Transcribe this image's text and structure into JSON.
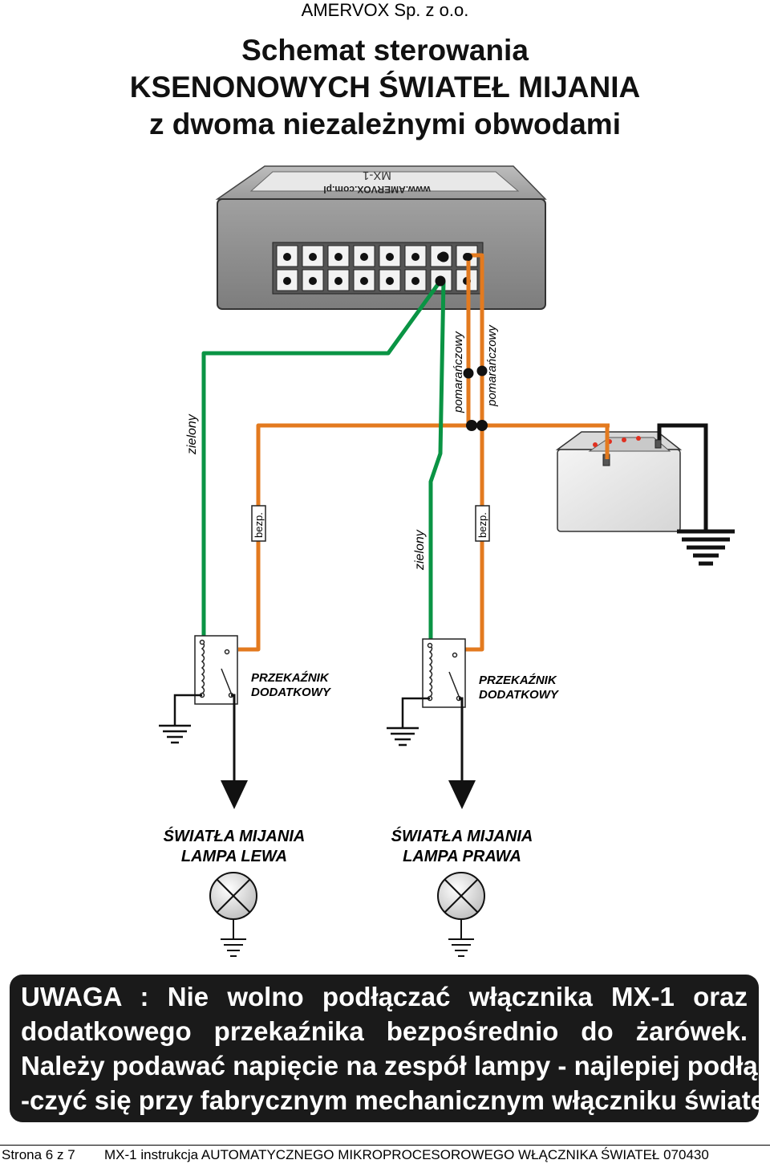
{
  "header": {
    "company": "AMERVOX Sp. z o.o.",
    "title_lines": [
      "Schemat sterowania",
      "KSENONOWYCH ŚWIATEŁ MIJANIA",
      "z dwoma niezależnymi obwodami"
    ]
  },
  "device": {
    "model": "MX-1",
    "website": "www.AMERVOX.com.pl"
  },
  "wires": {
    "green": "zielony",
    "orange": "pomarańczowy",
    "fuse": "bezp."
  },
  "relays": {
    "left_label": [
      "PRZEKAŹNIK",
      "DODATKOWY"
    ],
    "right_label": [
      "PRZEKAŹNIK",
      "DODATKOWY"
    ]
  },
  "lamps": {
    "left": [
      "ŚWIATŁA MIJANIA",
      "LAMPA LEWA"
    ],
    "right": [
      "ŚWIATŁA MIJANIA",
      "LAMPA PRAWA"
    ]
  },
  "warning": {
    "lines": [
      "UWAGA :  Nie wolno podłączać włącznika MX-1 oraz",
      "dodatkowego przekaźnika bezpośrednio do żarówek.",
      "Należy podawać napięcie na zespół lampy - najlepiej podłą-",
      "-czyć się przy fabrycznym mechanicznym włączniku świateł."
    ]
  },
  "footer": {
    "page": "Strona 6 z 7",
    "doc": "MX-1 instrukcja AUTOMATYCZNEGO MIKROPROCESOROWEGO WŁĄCZNIKA ŚWIATEŁ 070430"
  },
  "colors": {
    "green_wire": "#0a9444",
    "orange_wire": "#e37a1f",
    "device_body": "#8e8e8e",
    "warning_bg": "#1a1a1a"
  }
}
